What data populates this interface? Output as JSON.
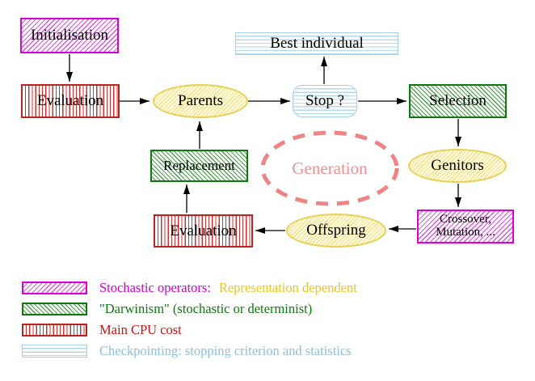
{
  "diagram": {
    "nodes": {
      "initialisation": "Initialisation",
      "evaluation_top": "Evaluation",
      "parents": "Parents",
      "best_individual": "Best individual",
      "stop": "Stop ?",
      "selection": "Selection",
      "replacement": "Replacement",
      "generation": "Generation",
      "genitors": "Genitors",
      "evaluation_bottom": "Evaluation",
      "offspring": "Offspring",
      "crossover_line1": "Crossover,",
      "crossover_line2": "Mutation, ..."
    }
  },
  "legend": {
    "items": [
      {
        "swatch": "magenta-diagonal-hatch",
        "label": "Stochastic operators:",
        "label2": "Representation dependent"
      },
      {
        "swatch": "green-diagonal-hatch",
        "label": "\"Darwinism\" (stochastic or determinist)"
      },
      {
        "swatch": "red-vertical-stripes",
        "label": "Main CPU cost"
      },
      {
        "swatch": "cyan-horizontal-stripes",
        "label": "Checkpointing: stopping criterion and statistics"
      }
    ]
  },
  "colors": {
    "magenta": "#d900d9",
    "green": "#0e770e",
    "red": "#bb2222",
    "light_blue": "#a5cfe4",
    "yellow": "#e9cf55",
    "gold_text": "#eec41c",
    "salmon": "#ee9090",
    "arrow": "#000000"
  }
}
